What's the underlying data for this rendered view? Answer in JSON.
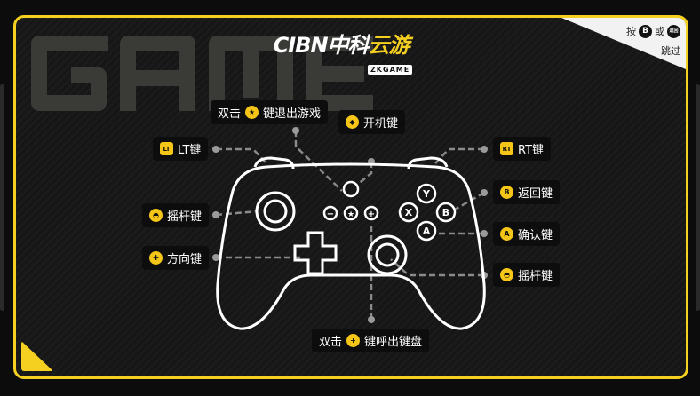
{
  "background_word": "GAME",
  "logo": {
    "text_white": "CIBN中科",
    "text_yellow": "云游",
    "sub": "ZKGAME"
  },
  "skip_hint": {
    "prefix": "按",
    "key_b": "B",
    "or": "或",
    "key_back": "返回",
    "suffix": "跳过"
  },
  "labels": {
    "exit": {
      "pre": "双击",
      "icon": "★",
      "post": "键退出游戏"
    },
    "power": {
      "icon": "◆",
      "text": "开机键"
    },
    "lt": {
      "icon": "LT",
      "text": "LT键"
    },
    "rt": {
      "icon": "RT",
      "text": "RT键"
    },
    "b": {
      "icon": "B",
      "text": "返回键"
    },
    "a": {
      "icon": "A",
      "text": "确认键"
    },
    "left_stick": {
      "icon": "◓",
      "text": "摇杆键"
    },
    "dpad": {
      "icon": "✚",
      "text": "方向键"
    },
    "right_stick": {
      "icon": "◓",
      "text": "摇杆键"
    },
    "keyboard": {
      "pre": "双击",
      "icon": "+",
      "post": "键呼出键盘"
    }
  },
  "controller": {
    "buttons": [
      "Y",
      "X",
      "B",
      "A",
      "−",
      "★",
      "+"
    ]
  },
  "colors": {
    "accent": "#f5d020",
    "frame_bg": "#1b1b1b",
    "label_bg": "#0d0d0d"
  }
}
